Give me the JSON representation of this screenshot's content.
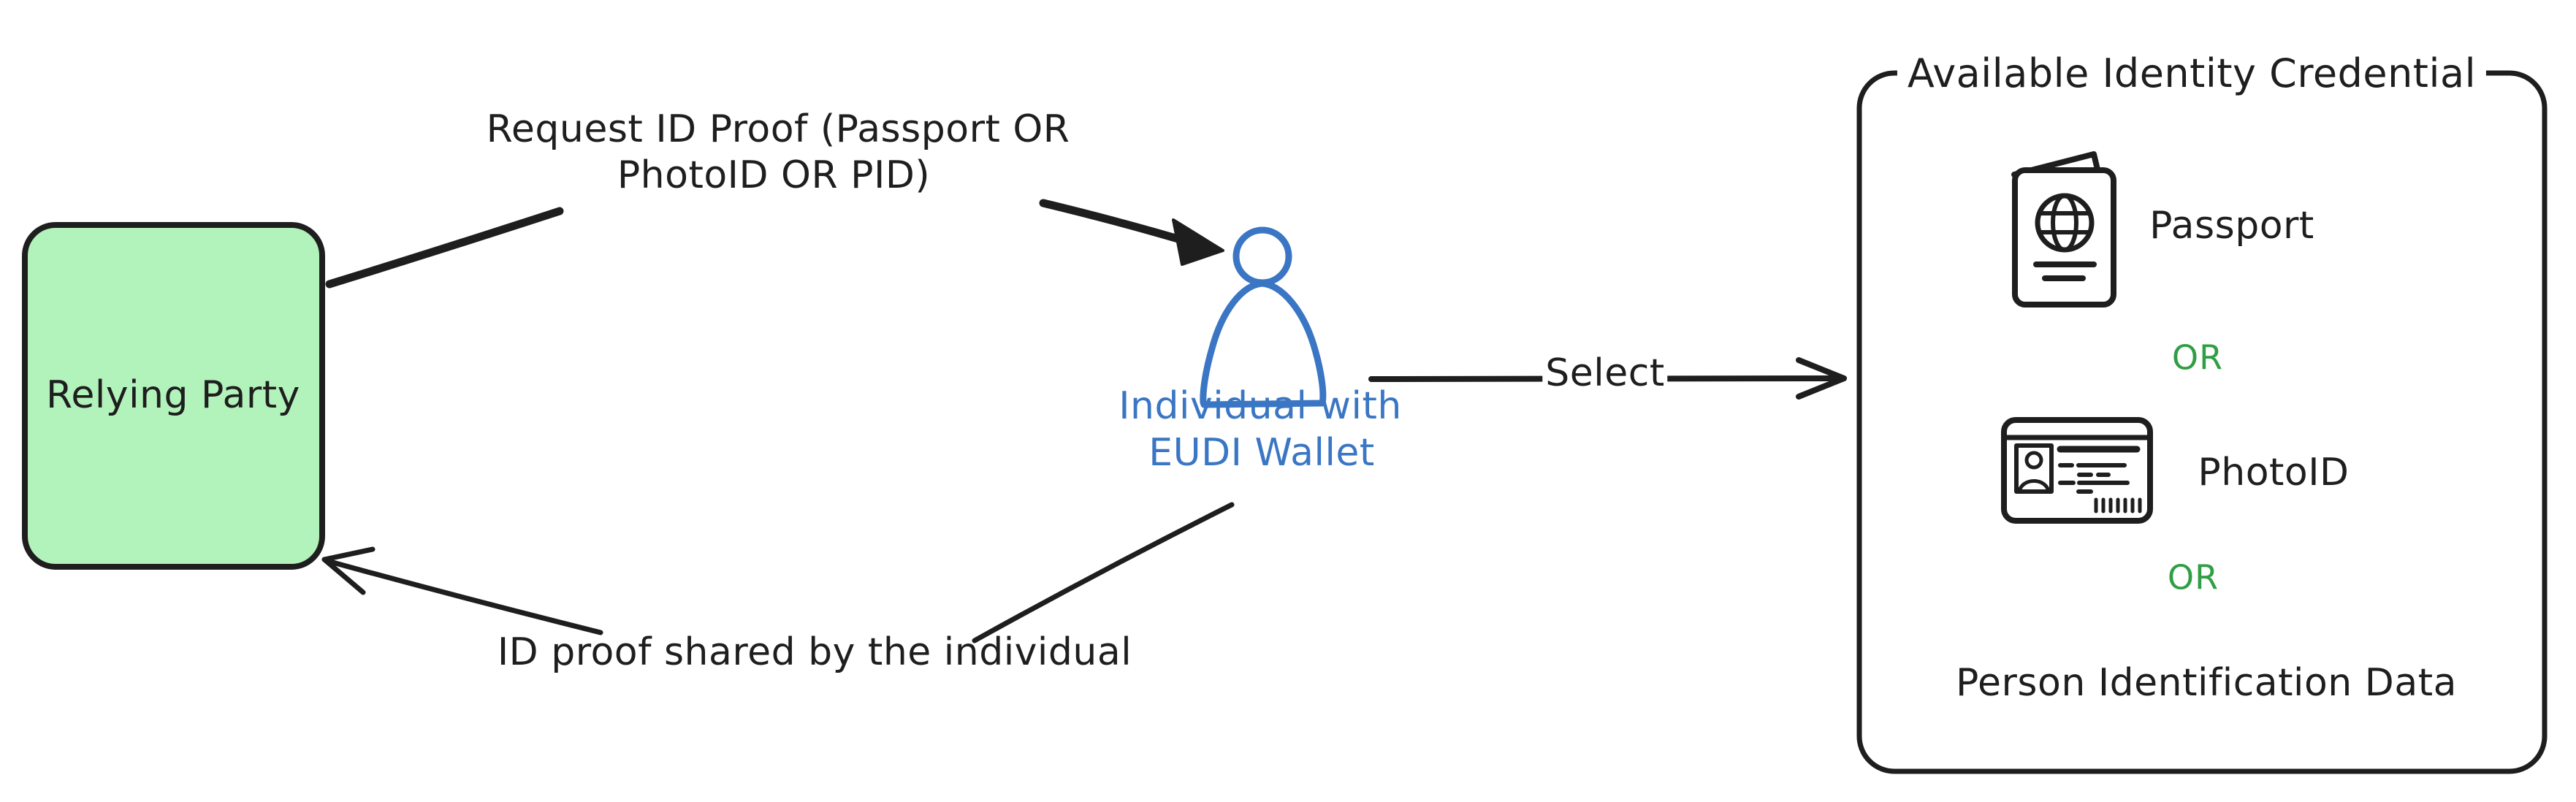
{
  "colors": {
    "ink": "#1e1e1e",
    "green-fill": "#b2f2bb",
    "blue": "#3a76c4",
    "green-text": "#2f9e44",
    "bg": "#ffffff"
  },
  "flow": {
    "relying_party": {
      "label": "Relying Party"
    },
    "request_arrow": {
      "label_line1": "Request ID Proof (Passport OR",
      "label_line2": "PhotoID OR PID)"
    },
    "individual": {
      "label_line1": "Individual with",
      "label_line2": "EUDI Wallet"
    },
    "select_arrow": {
      "label": "Select"
    },
    "return_arrow": {
      "label": "ID proof shared by the individual"
    }
  },
  "credentials_panel": {
    "title": "Available Identity Credential",
    "items": [
      {
        "icon": "passport-icon",
        "label": "Passport"
      },
      {
        "divider": "OR"
      },
      {
        "icon": "photo-id-card-icon",
        "label": "PhotoID"
      },
      {
        "divider": "OR"
      },
      {
        "icon": "",
        "label": "Person Identification Data"
      }
    ]
  }
}
